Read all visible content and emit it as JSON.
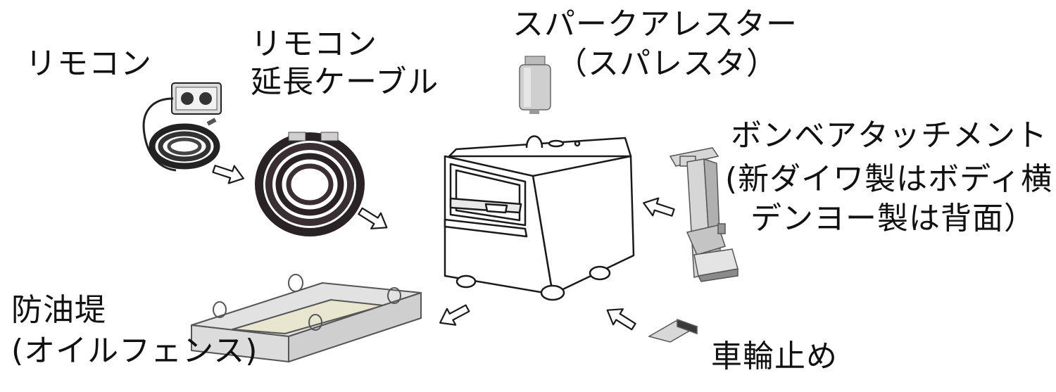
{
  "labels": {
    "remote": "リモコン",
    "remote_cable_1": "リモコン",
    "remote_cable_2": "延長ケーブル",
    "spark_1": "スパークアレスター",
    "spark_2": "（スパレスタ）",
    "cylinder_1": "ボンベアタッチメント",
    "cylinder_2": "(新ダイワ製はボディ横",
    "cylinder_3": "デンヨー製は背面）",
    "oil_dike_1": "防油堤",
    "oil_dike_2": "(オイルフェンス)",
    "wheel_stop": "車輪止め"
  },
  "icons": [
    "remote-control-icon",
    "extension-cable-icon",
    "spark-arrester-icon",
    "welder-generator-icon",
    "cylinder-attachment-icon",
    "oil-dike-tray-icon",
    "wheel-chock-icon",
    "arrow-icon"
  ]
}
